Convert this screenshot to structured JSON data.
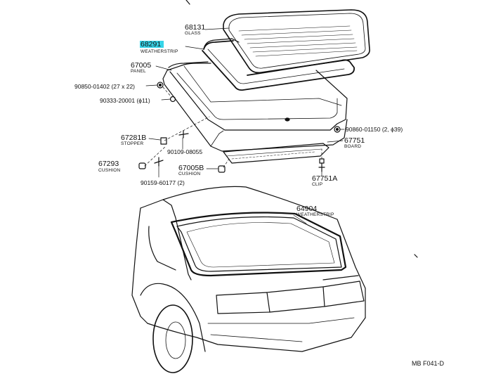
{
  "labels": {
    "glass_num": "68131",
    "glass_name": "GLASS",
    "weatherstrip_num": "68291",
    "weatherstrip_name": "WEATHERSTRIP",
    "panel_num": "67005",
    "panel_name": "PANEL",
    "bolt1": "90850-01402 (27 x 22)",
    "bolt2": "90333-20001 (ϕ11)",
    "stopper_num": "67281B",
    "stopper_name": "STOPPER",
    "screw1": "90109-08055",
    "cushion_left_num": "67293",
    "cushion_left_name": "CUSHION",
    "cushion_right_num": "67005B",
    "cushion_right_name": "CUSHION",
    "clip_screw": "90159-60177 (2)",
    "bolt3": "90860-01150 (2, ϕ39)",
    "board_num": "67751",
    "board_name": "BOARD",
    "clip_num": "67751A",
    "clip_name": "CLIP",
    "opening_num": "64904",
    "opening_name": "WEATHERSTRIP",
    "figure_code": "MB F041-D"
  },
  "highlight_color": "#36d4e8"
}
